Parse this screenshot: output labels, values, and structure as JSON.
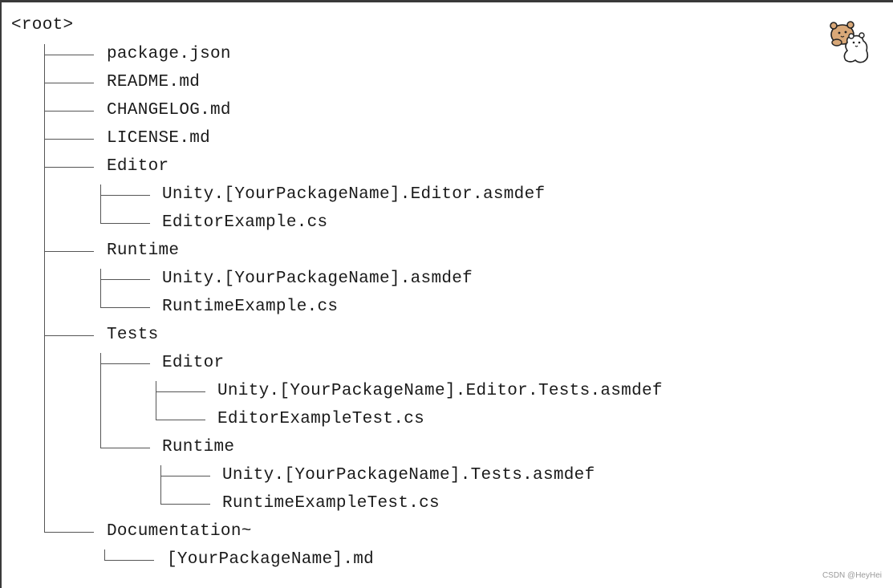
{
  "tree": {
    "root": "<root>",
    "items": [
      "package.json",
      "README.md",
      "CHANGELOG.md",
      "LICENSE.md",
      "Editor",
      "Unity.[YourPackageName].Editor.asmdef",
      "EditorExample.cs",
      "Runtime",
      "Unity.[YourPackageName].asmdef",
      "RuntimeExample.cs",
      "Tests",
      "Editor",
      "Unity.[YourPackageName].Editor.Tests.asmdef",
      "EditorExampleTest.cs",
      "Runtime",
      "Unity.[YourPackageName].Tests.asmdef",
      "RuntimeExampleTest.cs",
      "Documentation~",
      "[YourPackageName].md"
    ]
  },
  "watermark": "CSDN @HeyHei",
  "mascot_icon": "bear-couple-sticker-icon",
  "colors": {
    "text": "#1a1a1a",
    "lines": "#555555",
    "border": "#3a3a3a"
  }
}
